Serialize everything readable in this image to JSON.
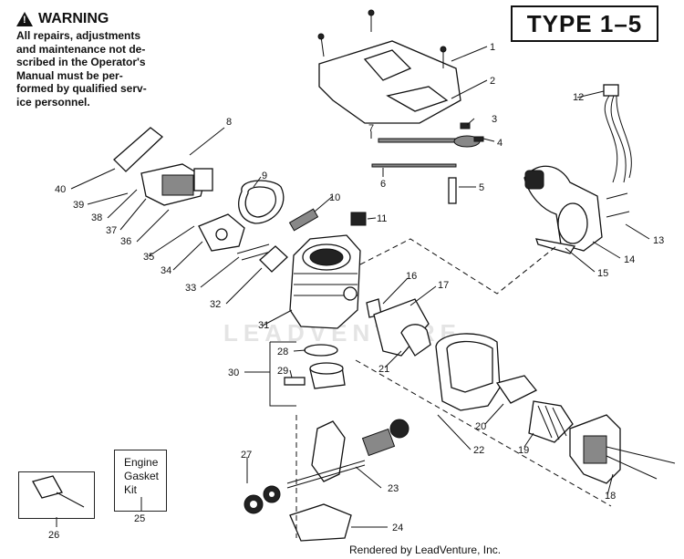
{
  "warning": {
    "title": "WARNING",
    "icon_glyph": "!",
    "lines": [
      "All repairs, adjustments",
      "and maintenance not de-",
      "scribed in the Operator's",
      "Manual must be per-",
      "formed by qualified serv-",
      "ice personnel."
    ]
  },
  "type_label": "TYPE 1–5",
  "kit_box": {
    "lines": [
      "Engine",
      "Gasket",
      "Kit"
    ]
  },
  "watermark": "LEADVENTURE",
  "footer": "Rendered by LeadVenture, Inc.",
  "callouts": [
    "1",
    "2",
    "3",
    "4",
    "5",
    "6",
    "7",
    "8",
    "9",
    "10",
    "11",
    "12",
    "13",
    "14",
    "15",
    "16",
    "17",
    "18",
    "19",
    "20",
    "21",
    "22",
    "23",
    "24",
    "25",
    "26",
    "27",
    "28",
    "29",
    "30",
    "31",
    "32",
    "33",
    "34",
    "35",
    "36",
    "37",
    "38",
    "39",
    "40"
  ]
}
